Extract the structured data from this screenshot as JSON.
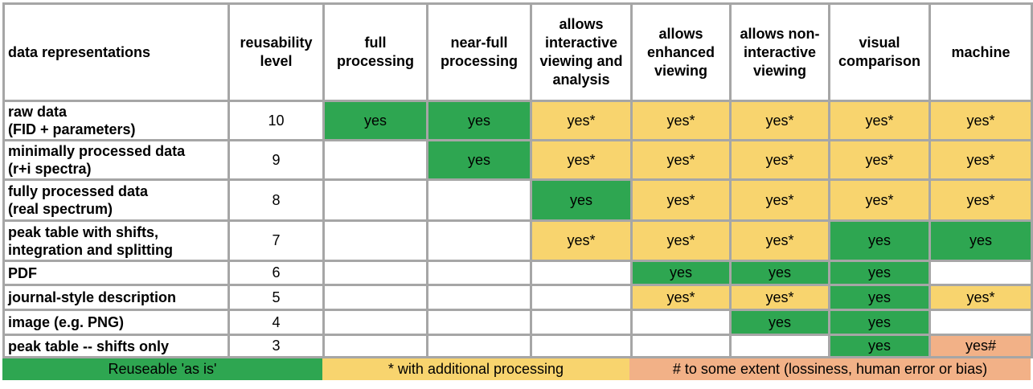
{
  "colors": {
    "green": "#2ea651",
    "yellow": "#f8d46e",
    "orange": "#f2b187",
    "border": "#a6a6a6"
  },
  "table": {
    "headers": [
      "data representations",
      "reusability level",
      "full processing",
      "near-full processing",
      "allows interactive viewing and analysis",
      "allows enhanced viewing",
      "allows non-interactive viewing",
      "visual comparison",
      "machine"
    ],
    "rows": [
      {
        "rep": [
          "raw data",
          "(FID + parameters)"
        ],
        "level": "10",
        "cells": [
          {
            "v": "yes",
            "c": "g"
          },
          {
            "v": "yes",
            "c": "g"
          },
          {
            "v": "yes*",
            "c": "y"
          },
          {
            "v": "yes*",
            "c": "y"
          },
          {
            "v": "yes*",
            "c": "y"
          },
          {
            "v": "yes*",
            "c": "y"
          },
          {
            "v": "yes*",
            "c": "y"
          }
        ]
      },
      {
        "rep": [
          "minimally processed data",
          "(r+i spectra)"
        ],
        "level": "9",
        "cells": [
          {
            "v": "",
            "c": "w"
          },
          {
            "v": "yes",
            "c": "g"
          },
          {
            "v": "yes*",
            "c": "y"
          },
          {
            "v": "yes*",
            "c": "y"
          },
          {
            "v": "yes*",
            "c": "y"
          },
          {
            "v": "yes*",
            "c": "y"
          },
          {
            "v": "yes*",
            "c": "y"
          }
        ]
      },
      {
        "rep": [
          "fully processed data",
          "(real spectrum)"
        ],
        "level": "8",
        "cells": [
          {
            "v": "",
            "c": "w"
          },
          {
            "v": "",
            "c": "w"
          },
          {
            "v": "yes",
            "c": "g"
          },
          {
            "v": "yes*",
            "c": "y"
          },
          {
            "v": "yes*",
            "c": "y"
          },
          {
            "v": "yes*",
            "c": "y"
          },
          {
            "v": "yes*",
            "c": "y"
          }
        ]
      },
      {
        "rep": [
          "peak table with shifts,",
          "integration and splitting"
        ],
        "level": "7",
        "cells": [
          {
            "v": "",
            "c": "w"
          },
          {
            "v": "",
            "c": "w"
          },
          {
            "v": "yes*",
            "c": "y"
          },
          {
            "v": "yes*",
            "c": "y"
          },
          {
            "v": "yes*",
            "c": "y"
          },
          {
            "v": "yes",
            "c": "g"
          },
          {
            "v": "yes",
            "c": "g"
          }
        ]
      },
      {
        "rep": [
          "PDF"
        ],
        "level": "6",
        "cells": [
          {
            "v": "",
            "c": "w"
          },
          {
            "v": "",
            "c": "w"
          },
          {
            "v": "",
            "c": "w"
          },
          {
            "v": "yes",
            "c": "g"
          },
          {
            "v": "yes",
            "c": "g"
          },
          {
            "v": "yes",
            "c": "g"
          },
          {
            "v": "",
            "c": "w"
          }
        ]
      },
      {
        "rep": [
          "journal-style description"
        ],
        "level": "5",
        "cells": [
          {
            "v": "",
            "c": "w"
          },
          {
            "v": "",
            "c": "w"
          },
          {
            "v": "",
            "c": "w"
          },
          {
            "v": "yes*",
            "c": "y"
          },
          {
            "v": "yes*",
            "c": "y"
          },
          {
            "v": "yes",
            "c": "g"
          },
          {
            "v": "yes*",
            "c": "y"
          }
        ]
      },
      {
        "rep": [
          "image (e.g. PNG)"
        ],
        "level": "4",
        "cells": [
          {
            "v": "",
            "c": "w"
          },
          {
            "v": "",
            "c": "w"
          },
          {
            "v": "",
            "c": "w"
          },
          {
            "v": "",
            "c": "w"
          },
          {
            "v": "yes",
            "c": "g"
          },
          {
            "v": "yes",
            "c": "g"
          },
          {
            "v": "",
            "c": "w"
          }
        ]
      },
      {
        "rep": [
          "peak table -- shifts only"
        ],
        "level": "3",
        "cells": [
          {
            "v": "",
            "c": "w"
          },
          {
            "v": "",
            "c": "w"
          },
          {
            "v": "",
            "c": "w"
          },
          {
            "v": "",
            "c": "w"
          },
          {
            "v": "",
            "c": "w"
          },
          {
            "v": "yes",
            "c": "g"
          },
          {
            "v": "yes#",
            "c": "o"
          }
        ]
      }
    ]
  },
  "legend": {
    "green_label": "Reuseable 'as is'",
    "yellow_label": "* with additional processing",
    "orange_label": "# to some extent  (lossiness, human error or bias)"
  }
}
